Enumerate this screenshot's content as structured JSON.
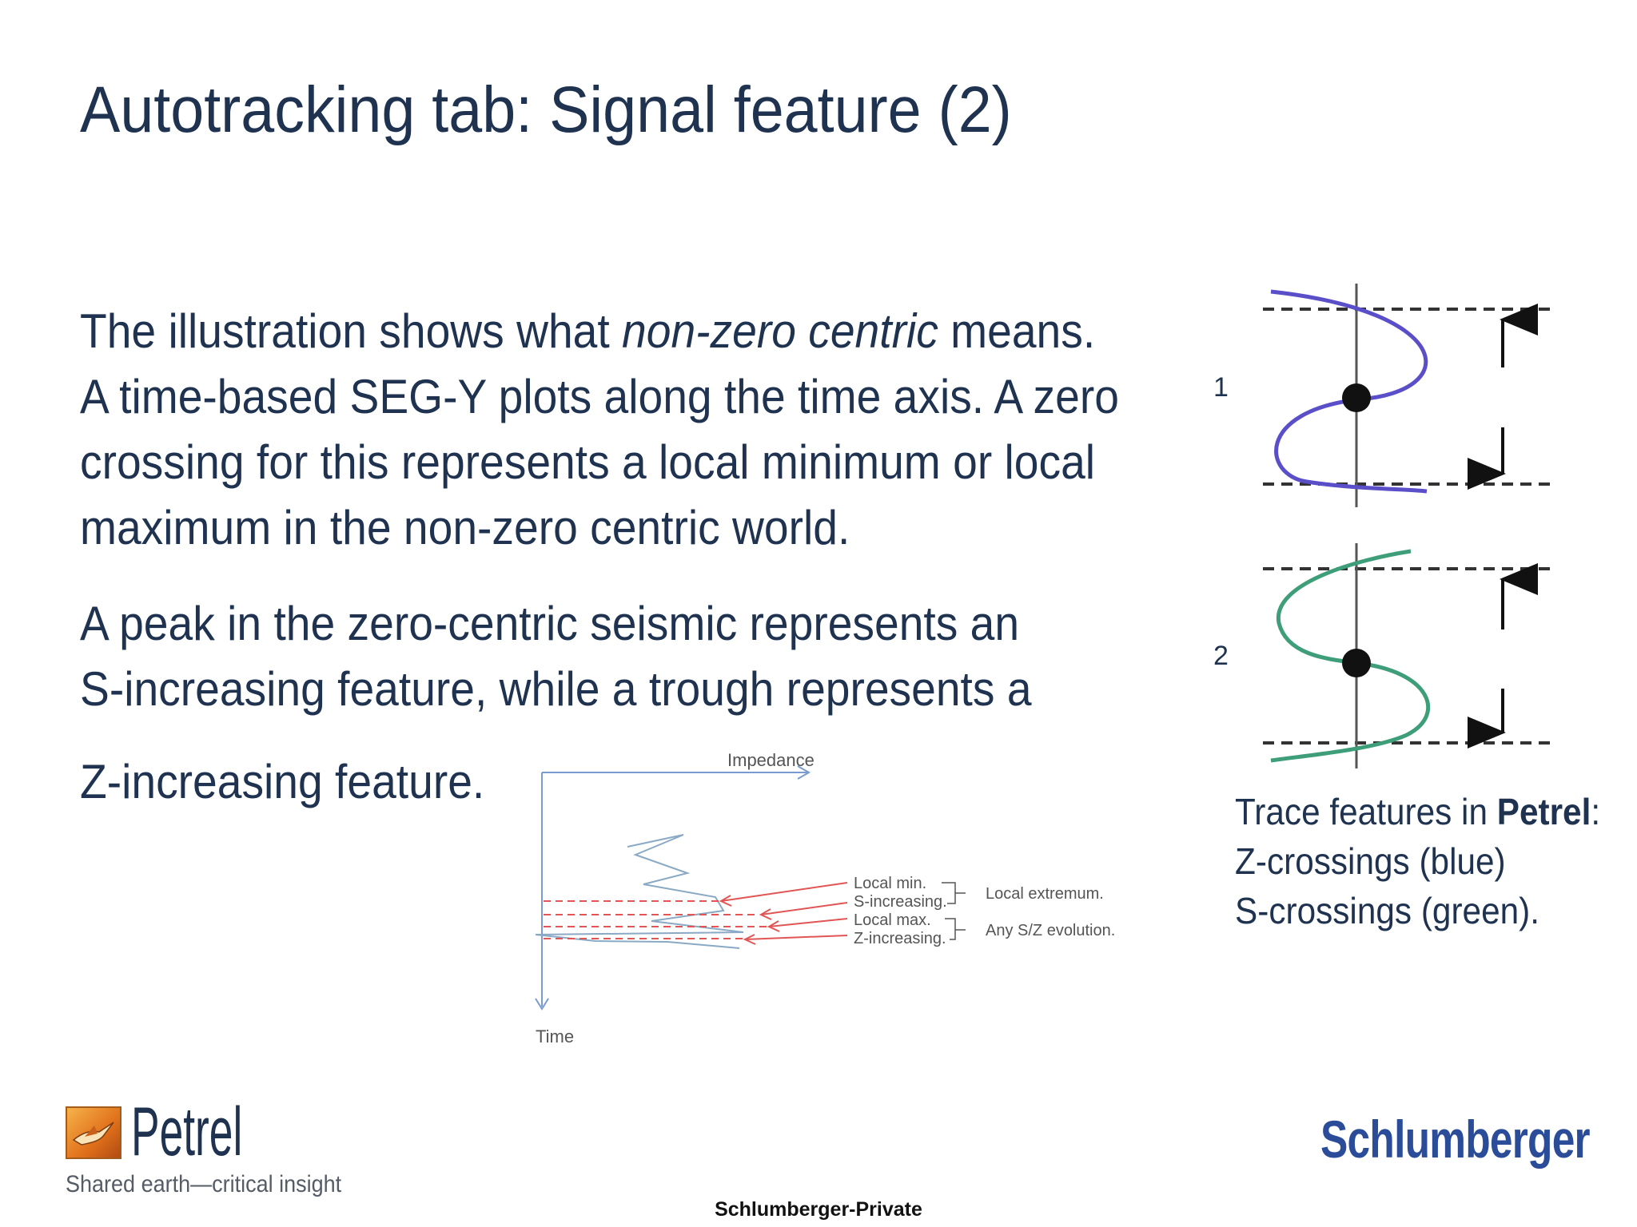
{
  "title": "Autotracking tab: Signal feature (2)",
  "paragraph1": {
    "line1_pre": "The illustration shows what ",
    "line1_em": "non-zero centric",
    "line1_post": " means.",
    "line2": "A time-based SEG-Y plots along the time axis. A zero",
    "line3": "crossing for this represents a local minimum or local",
    "line4": "maximum in the non-zero centric world."
  },
  "paragraph2": {
    "line1": "A peak in the zero-centric seismic represents an",
    "line2": "S-increasing feature, while a trough represents a"
  },
  "paragraph3": {
    "line1": "Z-increasing feature."
  },
  "trace_diagram": {
    "label1": "1",
    "label2": "2",
    "color_blue": "#5a4fc9",
    "color_green": "#3f9e7a"
  },
  "caption": {
    "line1_pre": "Trace features in ",
    "line1_bold": "Petrel",
    "line1_post": ":",
    "line2": "Z-crossings (blue)",
    "line3": "S-crossings (green)."
  },
  "impedance_diagram": {
    "x_axis_label": "Impedance",
    "y_axis_label": "Time",
    "labels": [
      "Local min.",
      "S-increasing.",
      "Local max.",
      "Z-increasing."
    ],
    "group1": "Local extremum.",
    "group2": "Any S/Z evolution.",
    "color_dashed": "#e25555",
    "color_trace": "#8aa9c4"
  },
  "logos": {
    "petrel_name": "Petrel",
    "petrel_tagline": "Shared earth—critical insight",
    "company": "Schlumberger"
  },
  "footer": "Schlumberger-Private"
}
